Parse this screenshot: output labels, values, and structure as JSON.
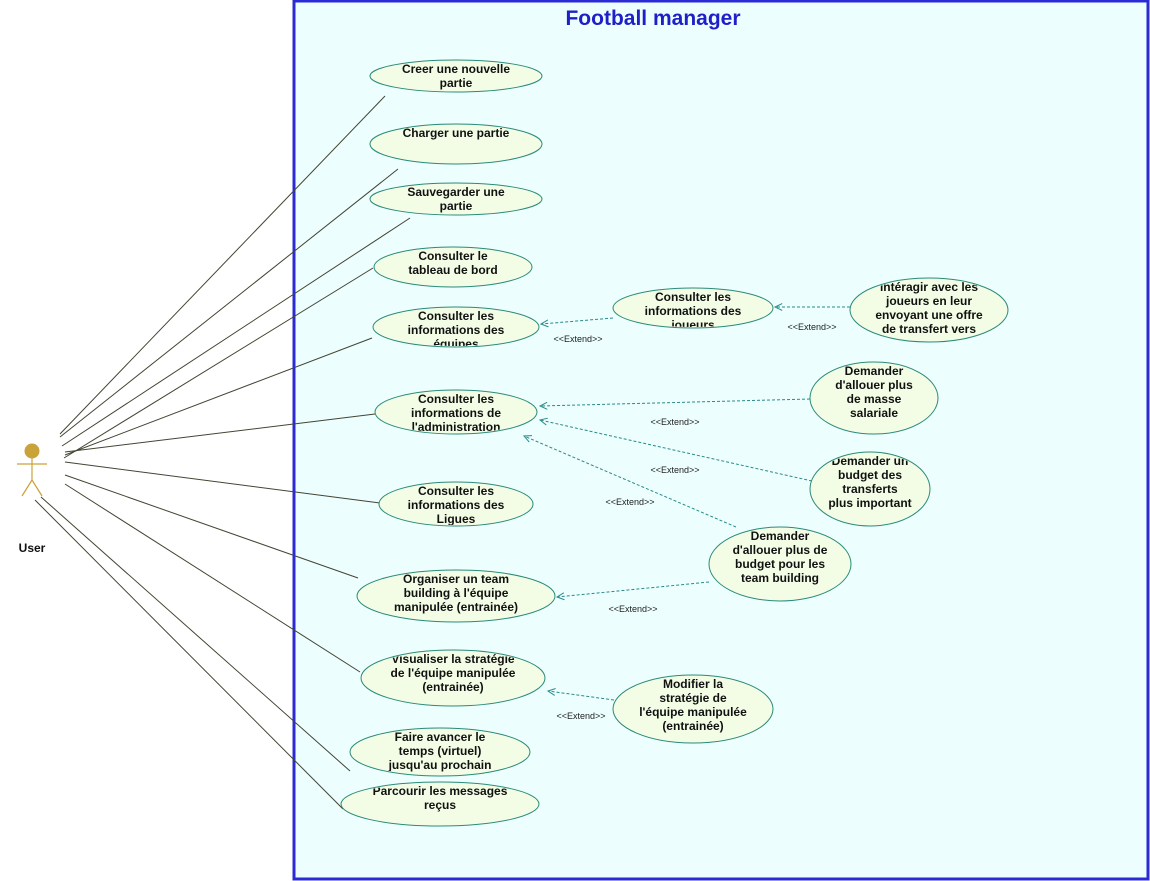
{
  "system": {
    "title": "Football manager"
  },
  "actor": {
    "label": "User"
  },
  "colors": {
    "system_border": "#2b2bd6",
    "system_fill": "#ecfefe",
    "title": "#1f1fc8",
    "usecase_fill": "#f3fde6",
    "usecase_stroke": "#2a8a7a",
    "association_line": "#444433",
    "extend_line": "#2a8a8a",
    "actor": "#c9a23a"
  },
  "use_cases": [
    {
      "id": "creer",
      "lines": [
        "Creer une nouvelle",
        "partie"
      ]
    },
    {
      "id": "charger",
      "lines": [
        "Charger une partie"
      ]
    },
    {
      "id": "sauvegarder",
      "lines": [
        "Sauvegarder une",
        "partie"
      ]
    },
    {
      "id": "tableau",
      "lines": [
        "Consulter le",
        "tableau de bord"
      ]
    },
    {
      "id": "equipes",
      "lines": [
        "Consulter les",
        "informations des",
        "équipes"
      ]
    },
    {
      "id": "administration",
      "lines": [
        "Consulter les",
        "informations de",
        "l'administration"
      ]
    },
    {
      "id": "ligues",
      "lines": [
        "Consulter les",
        "informations des",
        "Ligues"
      ]
    },
    {
      "id": "teambuilding",
      "lines": [
        "Organiser un team",
        "building à l'équipe",
        "manipulée (entrainée)"
      ]
    },
    {
      "id": "strategie",
      "lines": [
        "Visualiser la stratégie",
        "de l'équipe manipulée",
        "(entrainée)"
      ]
    },
    {
      "id": "temps",
      "lines": [
        "Faire avancer le",
        "temps (virtuel)",
        "jusqu'au prochain"
      ]
    },
    {
      "id": "messages",
      "lines": [
        "Parcourir les messages",
        "reçus"
      ]
    },
    {
      "id": "joueurs",
      "lines": [
        "Consulter les",
        "informations des",
        "joueurs"
      ]
    },
    {
      "id": "interagir",
      "lines": [
        "intéragir avec les",
        "joueurs en leur",
        "envoyant une offre",
        "de transfert vers"
      ]
    },
    {
      "id": "masse",
      "lines": [
        "Demander",
        "d'allouer plus",
        "de masse",
        "salariale"
      ]
    },
    {
      "id": "transferts",
      "lines": [
        "Demander un",
        "budget des",
        "transferts",
        "plus important"
      ]
    },
    {
      "id": "budget_tb",
      "lines": [
        "Demander",
        "d'allouer plus de",
        "budget pour les",
        "team building"
      ]
    },
    {
      "id": "modifier",
      "lines": [
        "Modifier la",
        "stratégie de",
        "l'équipe manipulée",
        "(entrainée)"
      ]
    }
  ],
  "associations": [
    "creer",
    "charger",
    "sauvegarder",
    "tableau",
    "equipes",
    "administration",
    "ligues",
    "teambuilding",
    "strategie",
    "temps",
    "messages"
  ],
  "extends": [
    {
      "from": "joueurs",
      "to": "equipes",
      "label": "<<Extend>>"
    },
    {
      "from": "interagir",
      "to": "joueurs",
      "label": "<<Extend>>"
    },
    {
      "from": "masse",
      "to": "administration",
      "label": "<<Extend>>"
    },
    {
      "from": "transferts",
      "to": "administration",
      "label": "<<Extend>>"
    },
    {
      "from": "budget_tb",
      "to": "administration",
      "label": "<<Extend>>"
    },
    {
      "from": "budget_tb",
      "to": "teambuilding",
      "label": "<<Extend>>"
    },
    {
      "from": "modifier",
      "to": "strategie",
      "label": "<<Extend>>"
    }
  ]
}
